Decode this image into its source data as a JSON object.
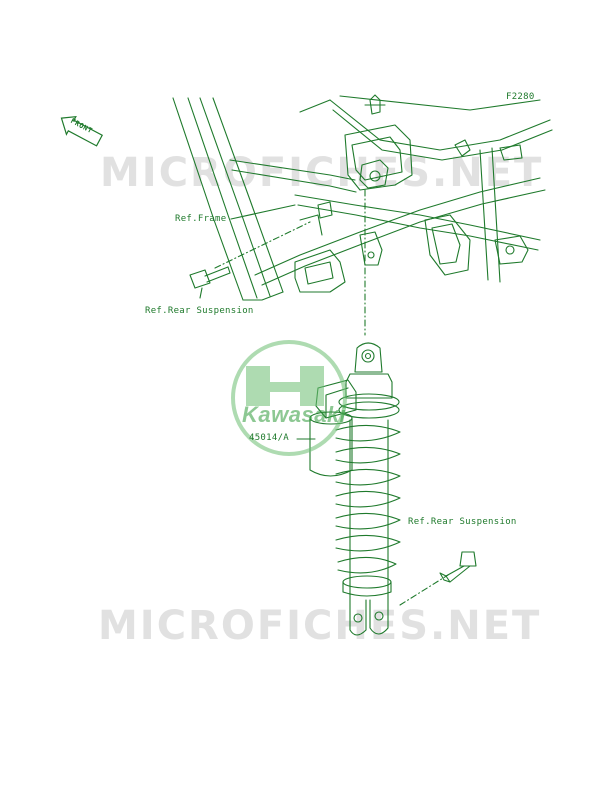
{
  "figure_code": "F2280",
  "direction_tag": "FRONT",
  "watermark": "MICROFICHES.NET",
  "logo_text": "Kawasaki",
  "callouts": {
    "frame": "Ref.Frame",
    "rear_suspension_upper": "Ref.Rear Suspension",
    "shock_part": "45014/A",
    "rear_suspension_lower": "Ref.Rear Suspension"
  },
  "colors": {
    "line": "#1f7a2c",
    "watermark": "#c8c8c8",
    "logo": "#2f9b3a"
  }
}
